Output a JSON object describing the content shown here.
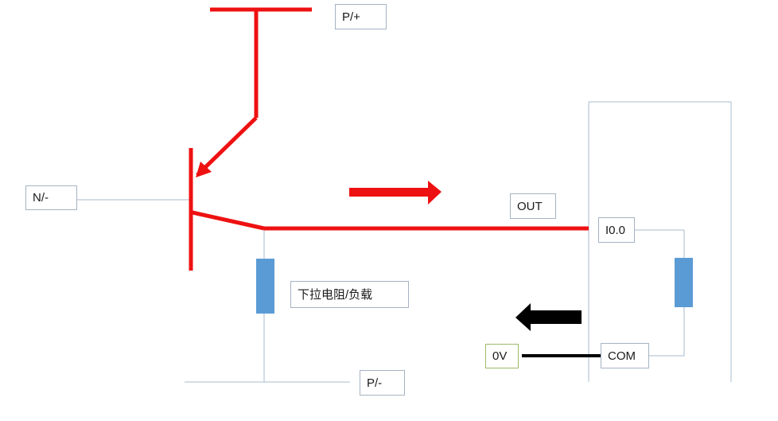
{
  "labels": {
    "p_plus": "P/+",
    "n_minus": "N/-",
    "out": "OUT",
    "pulldown": "下拉电阻/负载",
    "p_minus": "P/-",
    "i00": "I0.0",
    "com": "COM",
    "zero_v": "0V"
  },
  "colors": {
    "current": "#ee1111",
    "wire": "#aabbcc",
    "resistor": "#5b9bd5",
    "return_arrow": "#000000",
    "box_border": "#a6b3c2"
  },
  "icons": {
    "current_direction": "arrow-right-icon",
    "return_direction": "arrow-left-icon",
    "resistor": "resistor-icon"
  }
}
